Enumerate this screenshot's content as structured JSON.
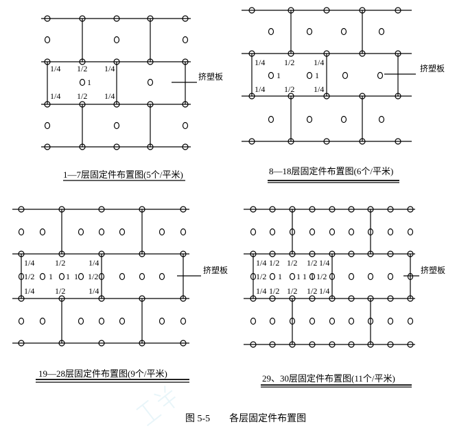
{
  "figure_caption": "图 5-5　　各层固定件布置图",
  "colors": {
    "ink": "#000000",
    "watermark": "#bfe3ef"
  },
  "diagrams": [
    {
      "caption": "1—7层固定件布置图(5个/平米)",
      "board_label": "挤塑板",
      "fraction_labels": [
        "1/4",
        "1/2",
        "1/4",
        "1/4",
        "1/2",
        "1/4"
      ],
      "center_labels": [
        "1"
      ]
    },
    {
      "caption": "8—18层固定件布置图(6个/平米)",
      "board_label": "挤塑板",
      "fraction_labels": [
        "1/4",
        "1/2",
        "1/4",
        "1/4",
        "1/2",
        "1/4"
      ],
      "center_labels": [
        "1",
        "1"
      ]
    },
    {
      "caption": "19—28层固定件布置图(9个/平米)",
      "board_label": "挤塑板",
      "fraction_labels": [
        "1/4",
        "1/2",
        "1/4",
        "1/2",
        "1/2",
        "1/4",
        "1/2",
        "1/4"
      ],
      "center_labels": [
        "1",
        "1",
        "1"
      ]
    },
    {
      "caption": "29、30层固定件布置图(11个/平米)",
      "board_label": "挤塑板",
      "fraction_labels": [
        "1/4",
        "1/2",
        "1/2",
        "1/2",
        "1/4",
        "1/2",
        "1/2",
        "1/4",
        "1/2",
        "1/2",
        "1/2",
        "1/4"
      ],
      "center_labels": [
        "1",
        "1",
        "1",
        "1"
      ]
    }
  ]
}
